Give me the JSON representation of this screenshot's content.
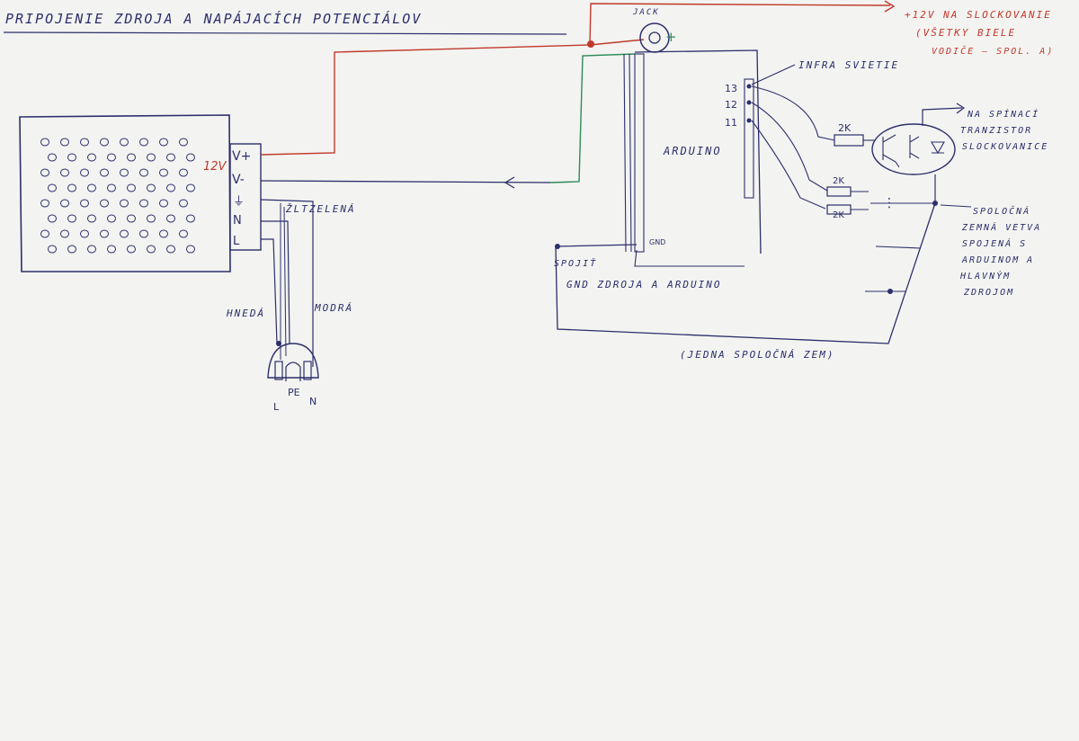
{
  "title": "PRIPOJENIE ZDROJA A NAPÁJACÍCH POTENCIÁLOV",
  "psu": {
    "label_12v": "12V",
    "terminals": [
      "V+",
      "V-",
      "⏚",
      "N",
      "L"
    ]
  },
  "wires": {
    "wire_zlt": "ŽLTZELENÁ",
    "wire_hneda": "HNEDÁ",
    "wire_modra": "MODRÁ"
  },
  "plug": {
    "label_l": "L",
    "label_pe": "PE",
    "label_n": "N"
  },
  "connector": {
    "label_jack": "JACK",
    "label_plus": "+"
  },
  "arduino": {
    "label": "ARDUINO",
    "label_gnd": "GND",
    "pins": [
      "13",
      "12",
      "11"
    ]
  },
  "infra": {
    "label": "INFRA SVIETIE"
  },
  "outputs": {
    "label_12v_line1": "+12V NA SLOCKOVANIE",
    "label_12v_line2": "(VŠETKY BIELE",
    "label_12v_line3": "VODIČE – SPOL. A)",
    "label_spinanie_line1": "NA SPÍNACÍ",
    "label_spinanie_line2": "TRANZISTOR",
    "label_spinanie_line3": "SLOCKOVANICE"
  },
  "resistors": {
    "r1": "2K",
    "r2": "2K",
    "r3": "2K"
  },
  "ground_notes": {
    "spojit_line1": "SPOJIŤ",
    "spojit_line2": "GND ZDROJA A ARDUINO",
    "spolocna_line1": "SPOLOČNÁ",
    "spolocna_line2": "ZEMNÁ VETVA",
    "spolocna_line3": "SPOJENÁ S",
    "spolocna_line4": "ARDUINOM A",
    "spolocna_line5": "HLAVNÝM",
    "spolocna_line6": "ZDROJOM",
    "zem_label": "(JEDNA SPOLOČNÁ ZEM)"
  },
  "colors": {
    "ink_blue": "#2b2f6b",
    "ink_red": "#c0392b",
    "ink_green": "#2e8b57",
    "paper": "#f3f3f1"
  }
}
